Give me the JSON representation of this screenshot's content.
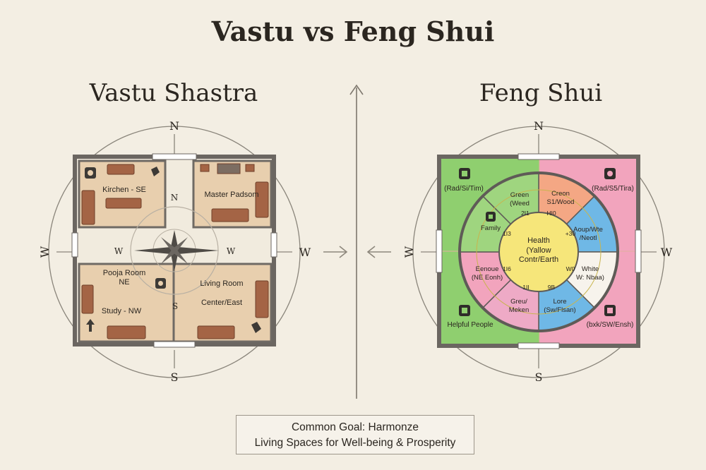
{
  "title": "Vastu vs Feng Shui",
  "vastu": {
    "heading": "Vastu Shastra",
    "compass": {
      "n": "N",
      "s": "S",
      "w": "W",
      "e": "W"
    },
    "inner_labels": {
      "n": "N",
      "s": "S",
      "w": "W",
      "e": "W"
    },
    "rooms": {
      "kitchen": "Kirchen - SE",
      "master": "Master Padsom",
      "pooja_line1": "Pooja Room",
      "pooja_line2": "NE",
      "study": "Study - NW",
      "living_line1": "Living Room",
      "living_line2": "Center/East"
    }
  },
  "fengshui": {
    "heading": "Feng Shui",
    "compass": {
      "n": "N",
      "s": "S",
      "w": "W",
      "e": "W"
    },
    "corners": {
      "tl": "(Rad/Si/Tim)",
      "tr": "(Rad/S5/Tira)",
      "bl": "Helpful People",
      "br": "(bxk/SW/Ensh)"
    },
    "center_line1": "Health",
    "center_line2": "(Yallow",
    "center_line3": "Contr/Earth",
    "sectors": {
      "green_line1": "Green",
      "green_line2": "(Weed",
      "orange_line1": "Creon",
      "orange_line2": "S1/Wood",
      "blue_line1": "Aoup/Wte",
      "blue_line2": "/Neotl",
      "family": "Family",
      "white_line1": "White",
      "white_line2": "W: Nbaa)",
      "pink_line1": "Eenoue",
      "pink_line2": "(NE Eonh)",
      "gray_line1": "Greu/",
      "gray_line2": "Meken",
      "love_line1": "Lore",
      "love_line2": "(Sw/Flsan)"
    },
    "ring_numbers": [
      "2I1",
      "HI0",
      "1I3",
      "+30",
      "1I6",
      "W0",
      "1II",
      "9B"
    ]
  },
  "goal": {
    "line1": "Common Goal: Harmonze",
    "line2": "Living Spaces for Well-being & Prosperity"
  }
}
